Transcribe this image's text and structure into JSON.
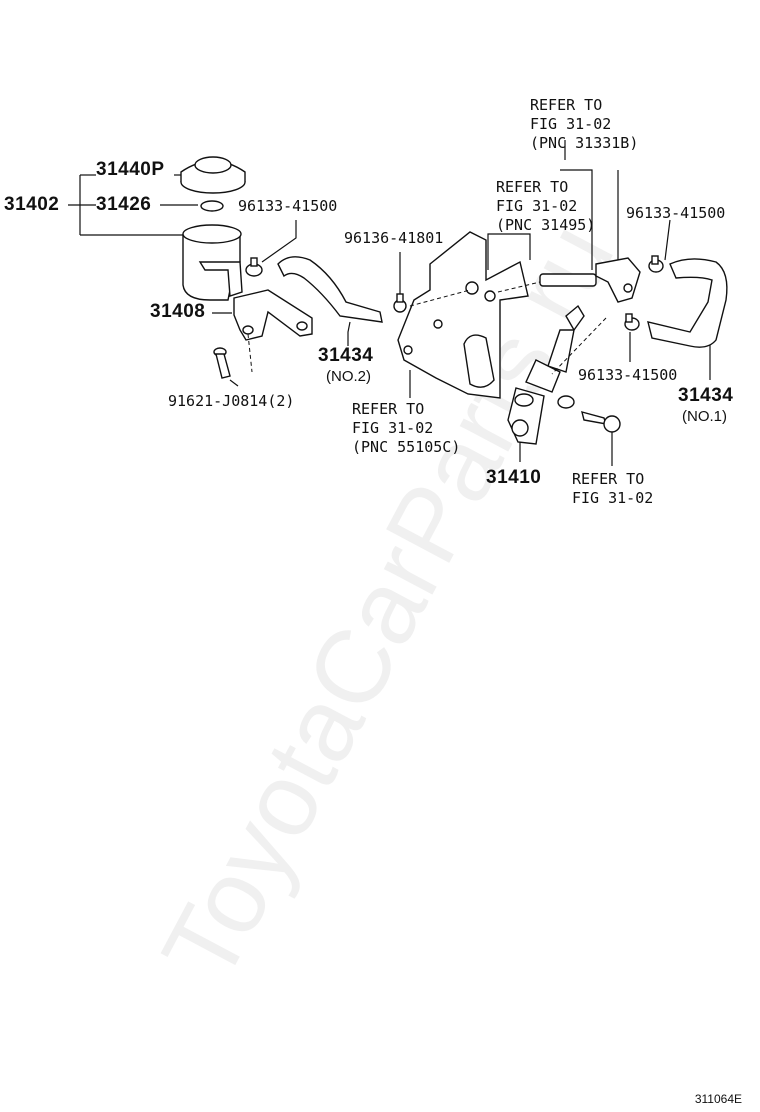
{
  "watermark": "ToyotaCarParts.ru",
  "figure_code": "311064E",
  "labels": {
    "l31440P": "31440P",
    "l31402": "31402",
    "l31426": "31426",
    "l96133_a": "96133-41500",
    "l31408": "31408",
    "l31434_2": "31434",
    "l31434_2_sub": "(NO.2)",
    "l91621": "91621-J0814(2)",
    "l96136": "96136-41801",
    "refer_pnc55105c": "REFER TO\nFIG 31-02\n(PNC 55105C)",
    "refer_pnc31495": "REFER TO\nFIG 31-02\n(PNC 31495)",
    "refer_pnc31331b": "REFER TO\nFIG 31-02\n(PNC 31331B)",
    "l96133_b": "96133-41500",
    "l96133_c": "96133-41500",
    "l31434_1": "31434",
    "l31434_1_sub": "(NO.1)",
    "l31410": "31410",
    "refer_fig": "REFER TO\nFIG 31-02"
  }
}
